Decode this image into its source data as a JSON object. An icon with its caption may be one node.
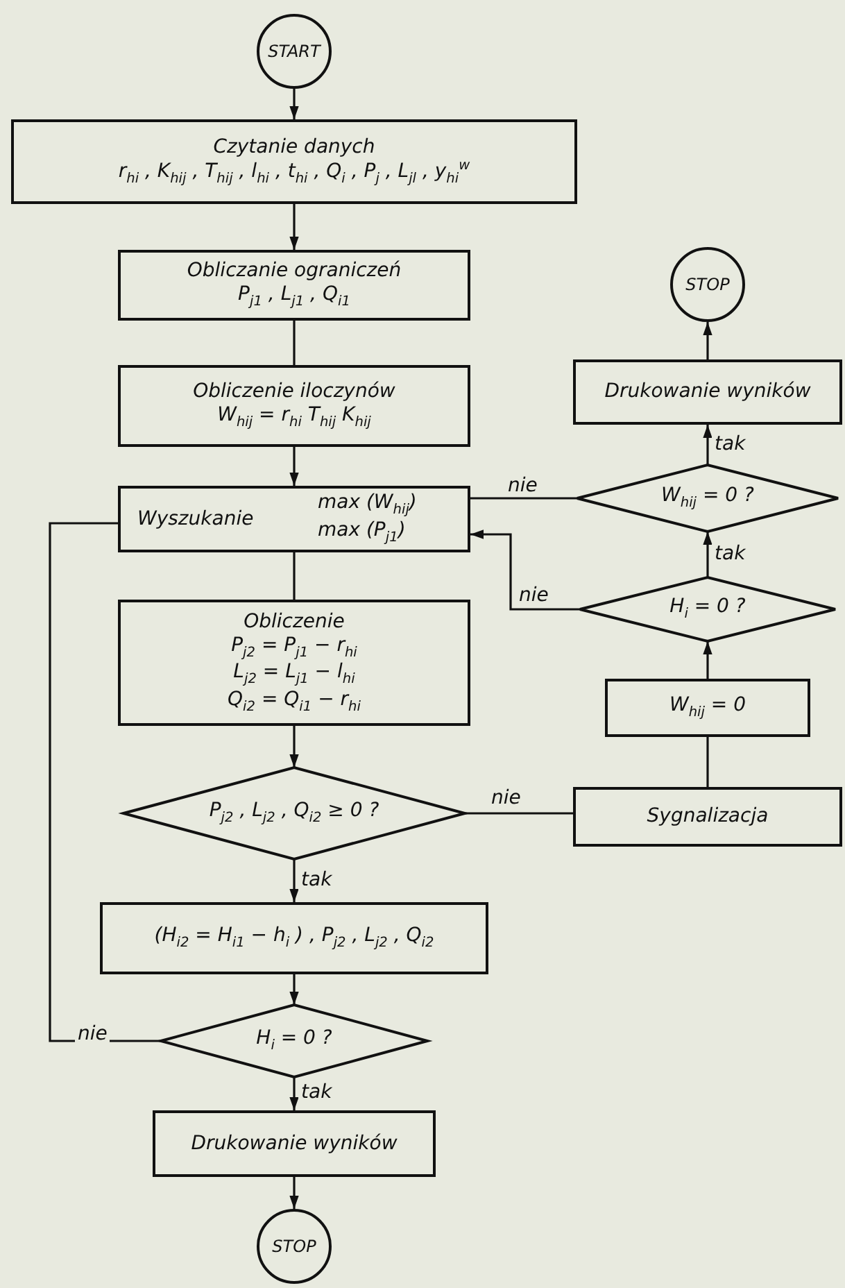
{
  "diagram": {
    "nodes": [
      {
        "text": [
          "START"
        ]
      },
      {
        "text": [
          "Czytanie danych",
          "r$_{hi}$ , K$_{hij}$ , T$_{hij}$ , l$_{hi}$ , t$_{hi}$ , Q$_{i}$ , P$_{j}$ , L$_{jl}$ , y$_{hi}$$^{w}$"
        ]
      },
      {
        "text": [
          "Obliczanie ograniczeń",
          "P$_{j1}$ , L$_{j1}$ , Q$_{i1}$"
        ]
      },
      {
        "text": [
          "Obliczenie iloczynów",
          "W$_{hij}$ = r$_{hi}$ T$_{hij}$ K$_{hij}$"
        ]
      },
      {
        "text": [
          "Wyszukanie",
          "max (W$_{hij}$) max (P$_{j1}$)"
        ]
      },
      {
        "text": [
          "Obliczenie",
          "P$_{j2}$ = P$_{j1}$ − r$_{hi}$",
          "L$_{j2}$ = L$_{j1}$ − l$_{hi}$",
          "Q$_{i2}$ = Q$_{i1}$ − r$_{hi}$"
        ]
      },
      {
        "text": [
          "P$_{j2}$ , L$_{j2}$ , Q$_{i2}$ ≥ 0 ?"
        ]
      },
      {
        "text": [
          "(H$_{i2}$ = H$_{i1}$ − h$_{i}$ ) , P$_{j2}$ , L$_{j2}$ , Q$_{i2}$"
        ]
      },
      {
        "text": [
          "H$_{i}$ = 0 ?"
        ]
      },
      {
        "text": [
          "Drukowanie wyników"
        ]
      },
      {
        "text": [
          "STOP"
        ]
      },
      {
        "text": [
          "STOP"
        ]
      },
      {
        "text": [
          "Drukowanie wyników"
        ]
      },
      {
        "text": [
          "W$_{hij}$ = 0 ?"
        ]
      },
      {
        "text": [
          "H$_{i}$ = 0 ?"
        ]
      },
      {
        "text": [
          "W$_{hij}$ = 0"
        ]
      },
      {
        "text": [
          "Sygnalizacja"
        ]
      }
    ],
    "edges": [
      {
        "from": 0,
        "to": 1,
        "arrow": "to"
      },
      {
        "from": 1,
        "to": 2,
        "arrow": "to"
      },
      {
        "from": 2,
        "to": 3,
        "arrow": "none"
      },
      {
        "from": 3,
        "to": 4,
        "arrow": "to"
      },
      {
        "from": 4,
        "to": 5,
        "arrow": "none"
      },
      {
        "from": 5,
        "to": 6,
        "arrow": "to"
      },
      {
        "from": 6,
        "to": 7,
        "label": "tak",
        "arrow": "to"
      },
      {
        "from": 7,
        "to": 8,
        "arrow": "to"
      },
      {
        "from": 8,
        "to": 9,
        "label": "tak",
        "arrow": "to"
      },
      {
        "from": 9,
        "to": 10,
        "arrow": "to"
      },
      {
        "from": 8,
        "to": 4,
        "label": "nie",
        "arrow": "none"
      },
      {
        "from": 6,
        "to": 16,
        "label": "nie",
        "arrow": "none"
      },
      {
        "from": 16,
        "to": 15,
        "arrow": "none"
      },
      {
        "from": 15,
        "to": 14,
        "arrow": "to"
      },
      {
        "from": 14,
        "to": 13,
        "label": "tak",
        "arrow": "to"
      },
      {
        "from": 13,
        "to": 12,
        "label": "tak",
        "arrow": "to"
      },
      {
        "from": 12,
        "to": 11,
        "arrow": "to"
      },
      {
        "from": 14,
        "to": 4,
        "label": "nie",
        "arrow": "to"
      },
      {
        "from": 13,
        "to": 4,
        "label": "nie",
        "arrow": "none"
      }
    ]
  }
}
